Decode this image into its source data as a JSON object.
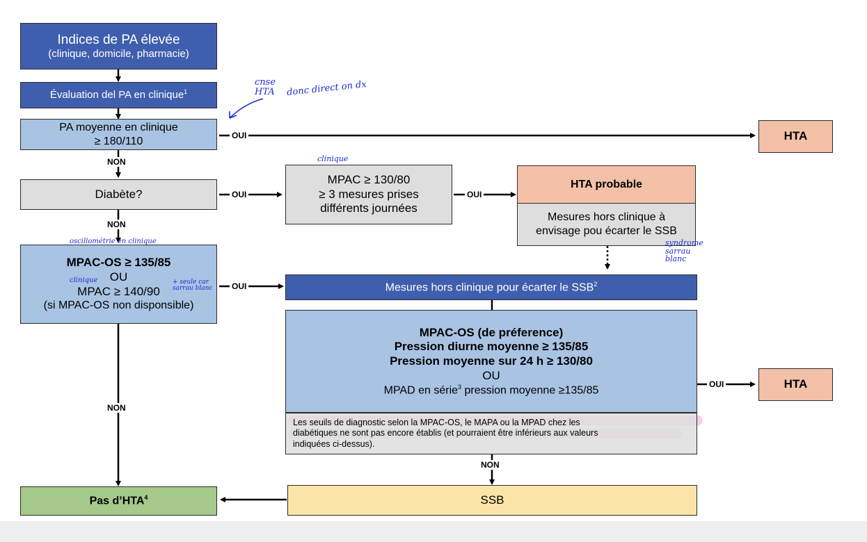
{
  "boxes": {
    "indices": {
      "line1": "Indices de PA élevée",
      "line2": "(clinique, domicile, pharmacie)"
    },
    "evaluation": {
      "text": "Évaluation del PA en clinique",
      "sup": "1"
    },
    "pa_moyenne": {
      "line1": "PA moyenne en clinique",
      "line2": "≥ 180/110"
    },
    "hta_top": "HTA",
    "diabete": "Diabète?",
    "mpac_diab": {
      "line1": "MPAC ≥ 130/80",
      "line2": "≥ 3 mesures prises",
      "line3": "différents journées"
    },
    "hta_probable": {
      "title": "HTA probable",
      "body1": "Mesures hors clinique à",
      "body2": "envisage pou écarter le SSB"
    },
    "mpac_os_left": {
      "line1": "MPAC-OS ≥ 135/85",
      "line2": "OU",
      "line3": "MPAC ≥ 140/90",
      "line4": "(si MPAC-OS non disponsible)"
    },
    "mesures_hors": {
      "text": "Mesures hors clinique pour écarter le SSB",
      "sup": "2"
    },
    "mpac_os_center": {
      "line1": "MPAC-OS (de préference)",
      "line2": "Pression diurne moyenne ≥ 135/85",
      "line3": "Pression moyenne sur 24 h ≥ 130/80",
      "line4": "OU",
      "line5a": "MPAD en série",
      "line5sup": "3",
      "line5b": " pression moyenne ≥135/85"
    },
    "seuils_note": {
      "line1": "Les seuils de diagnostic selon la MPAC-OS, le MAPA ou la MPAD chez les",
      "line2": "diabétiques ne sont pas encore établis (et pourraient être inférieurs aux valeurs",
      "line3": "indiquées ci-dessus)."
    },
    "hta_right": "HTA",
    "pas_hta": {
      "text": "Pas d’HTA",
      "sup": "4"
    },
    "ssb": "SSB"
  },
  "labels": {
    "oui": "OUI",
    "non": "NON"
  },
  "annotations": {
    "cnse_hta": "cnse HTA",
    "donc_direct": "donc direct on dx",
    "clinique_top": "clinique",
    "oscillometrie": "oscillométrie en clinique",
    "clinique_left": "clinique",
    "seule_car": "+ seule car sarrau blanc",
    "syndrome": "syndrome sarrau blanc"
  },
  "colors": {
    "dark_blue": "#3f5fae",
    "light_blue": "#a9c3e3",
    "grey": "#dedede",
    "salmon": "#f3c1a8",
    "green": "#a4c98a",
    "yellow": "#fbe5a6",
    "ink": "#1b2ad6"
  }
}
